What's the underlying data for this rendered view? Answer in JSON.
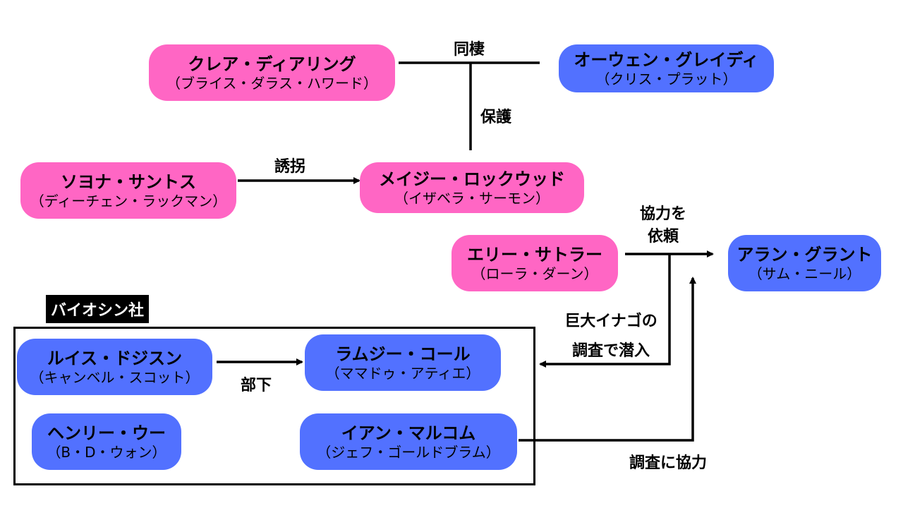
{
  "company": {
    "title": "バイオシン社"
  },
  "nodes": {
    "claire": {
      "name": "クレア・ディアリング",
      "actor": "（ブライス・ダラス・ハワード）",
      "color": "#ff66c4"
    },
    "owen": {
      "name": "オーウェン・グレイディ",
      "actor": "（クリス・プラット）",
      "color": "#5271ff"
    },
    "soyona": {
      "name": "ソヨナ・サントス",
      "actor": "（ディーチェン・ラックマン）",
      "color": "#ff66c4"
    },
    "maisie": {
      "name": "メイジー・ロックウッド",
      "actor": "（イザベラ・サーモン）",
      "color": "#ff66c4"
    },
    "ellie": {
      "name": "エリー・サトラー",
      "actor": "（ローラ・ダーン）",
      "color": "#ff66c4"
    },
    "alan": {
      "name": "アラン・グラント",
      "actor": "（サム・ニール）",
      "color": "#5271ff"
    },
    "lewis": {
      "name": "ルイス・ドジスン",
      "actor": "（キャンベル・スコット）",
      "color": "#5271ff"
    },
    "ramsay": {
      "name": "ラムジー・コール",
      "actor": "（ママドゥ・アティエ）",
      "color": "#5271ff"
    },
    "henry": {
      "name": "ヘンリー・ウー",
      "actor": "（B・D・ウォン）",
      "color": "#5271ff"
    },
    "ian": {
      "name": "イアン・マルコム",
      "actor": "（ジェフ・ゴールドブラム）",
      "color": "#5271ff"
    }
  },
  "relations": {
    "cohabit": "同棲",
    "protect": "保護",
    "kidnap": "誘拐",
    "request_line1": "協力を",
    "request_line2": "依頼",
    "locust_line1": "巨大イナゴの",
    "locust_line2": "調査で潜入",
    "subordinate": "部下",
    "investigate_help": "調査に協力"
  }
}
